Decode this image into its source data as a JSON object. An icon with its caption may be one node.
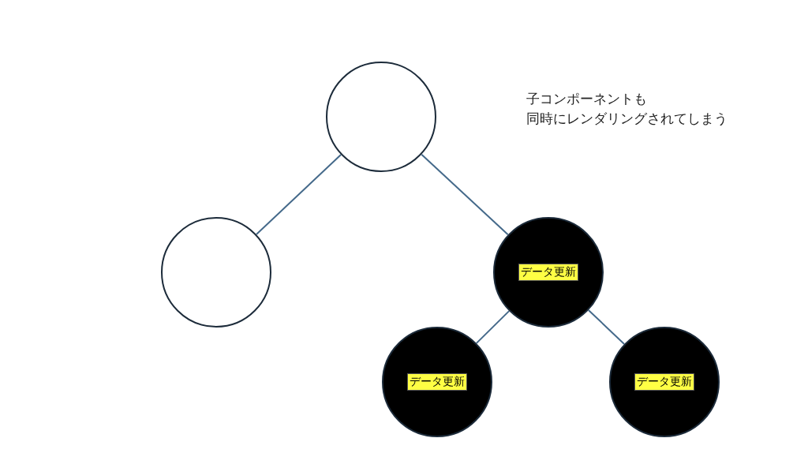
{
  "diagram": {
    "nodes": [
      {
        "text": [],
        "shape": "circle"
      },
      {
        "text": [],
        "shape": "circle"
      },
      {
        "text": [
          "データ更新"
        ]
      },
      {
        "text": [
          "データ更新"
        ]
      },
      {
        "text": [
          "データ更新"
        ]
      }
    ],
    "edges": [
      {
        "from": 0,
        "to": 1,
        "arrow": "none"
      },
      {
        "from": 0,
        "to": 2,
        "arrow": "none"
      },
      {
        "from": 2,
        "to": 3,
        "arrow": "none"
      },
      {
        "from": 2,
        "to": 4,
        "arrow": "none"
      }
    ],
    "labels": [
      "子コンポーネントも",
      "同時にレンダリングされてしまう"
    ]
  }
}
